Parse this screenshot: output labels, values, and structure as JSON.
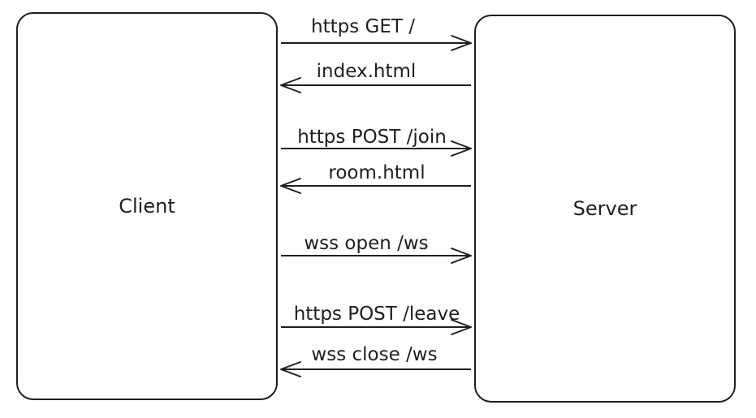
{
  "colors": {
    "stroke": "#1e1e1e",
    "background": "#ffffff"
  },
  "nodes": {
    "client": {
      "label": "Client"
    },
    "server": {
      "label": "Server"
    }
  },
  "messages": [
    {
      "label": "https GET /",
      "direction": "to-server"
    },
    {
      "label": "index.html",
      "direction": "to-client"
    },
    {
      "label": "https POST /join",
      "direction": "to-server"
    },
    {
      "label": "room.html",
      "direction": "to-client"
    },
    {
      "label": "wss open /ws",
      "direction": "to-server"
    },
    {
      "label": "https POST /leave",
      "direction": "to-server"
    },
    {
      "label": "wss close /ws",
      "direction": "to-client"
    }
  ]
}
